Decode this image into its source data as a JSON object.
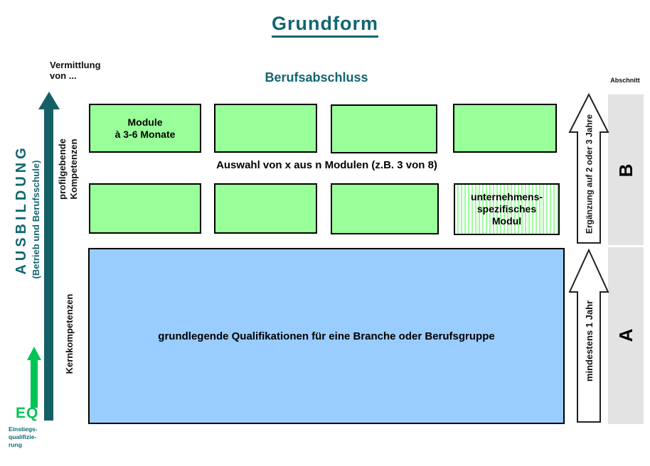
{
  "title": "Grundform",
  "colors": {
    "teal": "#12666f",
    "module_green": "#99ff99",
    "core_blue": "#99ccff",
    "section_gray": "#e3e3e3",
    "eq_green": "#00c455"
  },
  "left": {
    "vermittlung_line1": "Vermittlung",
    "vermittlung_line2": "von ...",
    "ausbildung": "AUSBILDUNG",
    "ausbildung_sub": "(Betrieb und Berufsschule)",
    "profil_line1": "profilgebende",
    "profil_line2": "Kompetenzen",
    "kern": "Kernkompetenzen",
    "eq": "EQ",
    "eq_caption_line1": "Einstiegs-",
    "eq_caption_line2": "qualifizie-",
    "eq_caption_line3": "rung"
  },
  "center": {
    "berufsabschluss": "Berufsabschluss",
    "module_line1": "Module",
    "module_line2": "à 3-6 Monate",
    "auswahl": "Auswahl von x aus n Modulen (z.B. 3 von 8)",
    "company_line1": "unternehmens-",
    "company_line2": "spezifisches",
    "company_line3": "Modul",
    "blue_label": "grundlegende Qualifikationen für eine Branche oder Berufsgruppe"
  },
  "right": {
    "abschnitt": "Abschnitt",
    "arrow_top_label": "Ergänzung auf 2 oder 3 Jahre",
    "arrow_bottom_label": "mindestens 1 Jahr",
    "section_top": "B",
    "section_bottom": "A"
  }
}
